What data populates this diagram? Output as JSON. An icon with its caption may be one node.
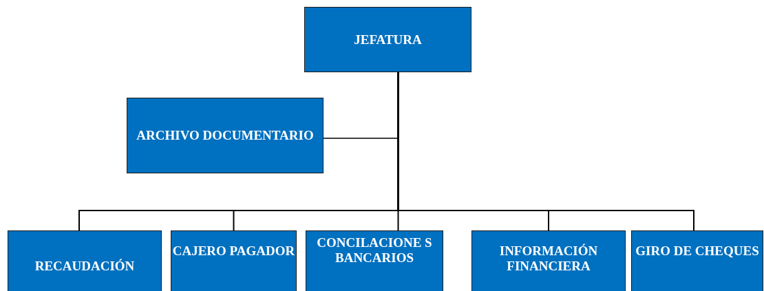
{
  "diagram": {
    "nodes": [
      {
        "text": [
          "JEFATURA"
        ]
      },
      {
        "text": [
          "ARCHIVO DOCUMENTARIO"
        ]
      },
      {
        "text": [
          "RECAUDACIÓN"
        ]
      },
      {
        "text": [
          "CAJERO PAGADOR"
        ]
      },
      {
        "text": [
          "CONCILACIONE S BANCARIOS"
        ]
      },
      {
        "text": [
          "INFORMACIÓN FINANCIERA"
        ]
      },
      {
        "text": [
          "GIRO DE CHEQUES"
        ]
      }
    ],
    "edges": [
      {
        "from": 0,
        "to": 1,
        "arrow": "none"
      },
      {
        "from": 0,
        "to": 2,
        "arrow": "none"
      },
      {
        "from": 0,
        "to": 3,
        "arrow": "none"
      },
      {
        "from": 0,
        "to": 4,
        "arrow": "none"
      },
      {
        "from": 0,
        "to": 5,
        "arrow": "none"
      },
      {
        "from": 0,
        "to": 6,
        "arrow": "none"
      }
    ]
  }
}
